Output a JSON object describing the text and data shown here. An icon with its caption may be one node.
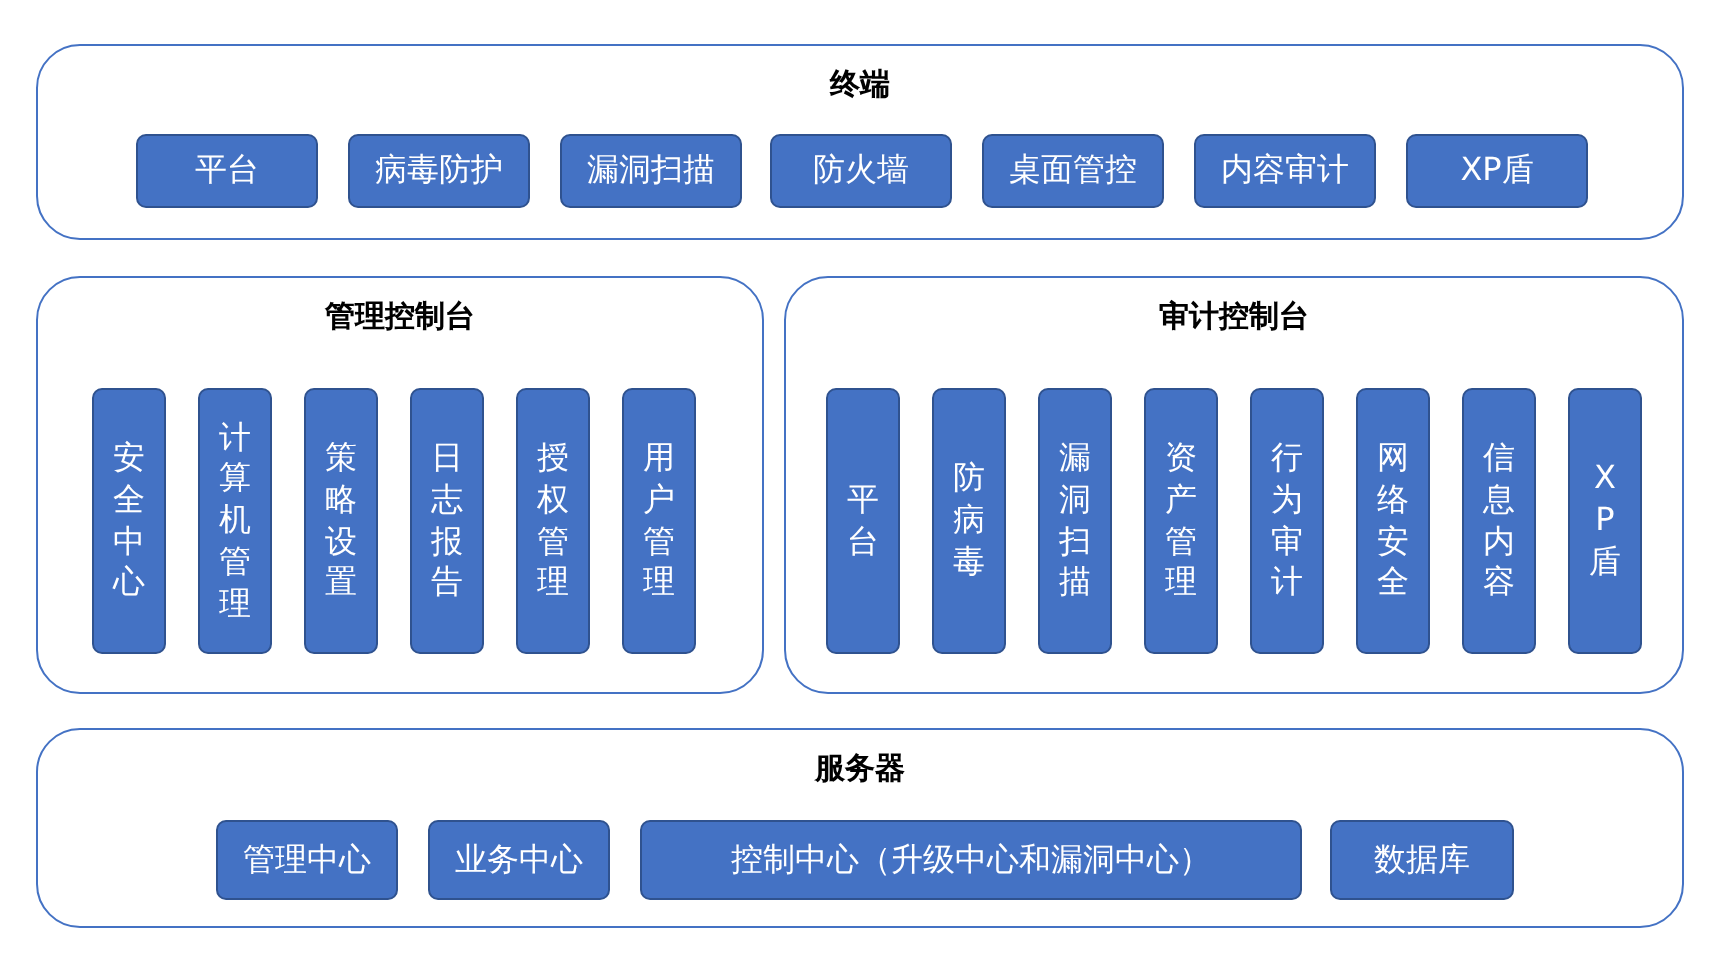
{
  "diagram": {
    "nodes": [
      {
        "text": [
          "终端"
        ]
      },
      {
        "text": [
          "平台"
        ],
        "in": 0
      },
      {
        "text": [
          "病毒防护"
        ],
        "in": 0
      },
      {
        "text": [
          "漏洞扫描"
        ],
        "in": 0
      },
      {
        "text": [
          "防火墙"
        ],
        "in": 0
      },
      {
        "text": [
          "桌面管控"
        ],
        "in": 0
      },
      {
        "text": [
          "内容审计"
        ],
        "in": 0
      },
      {
        "text": [
          "XP盾"
        ],
        "in": 0
      },
      {
        "text": [
          "管理控制台"
        ]
      },
      {
        "text": [
          "安全中心"
        ],
        "in": 8
      },
      {
        "text": [
          "计算机管理"
        ],
        "in": 8
      },
      {
        "text": [
          "策略设置"
        ],
        "in": 8
      },
      {
        "text": [
          "日志报告"
        ],
        "in": 8
      },
      {
        "text": [
          "授权管理"
        ],
        "in": 8
      },
      {
        "text": [
          "用户管理"
        ],
        "in": 8
      },
      {
        "text": [
          "审计控制台"
        ]
      },
      {
        "text": [
          "平台"
        ],
        "in": 15
      },
      {
        "text": [
          "防病毒"
        ],
        "in": 15
      },
      {
        "text": [
          "漏洞扫描"
        ],
        "in": 15
      },
      {
        "text": [
          "资产管理"
        ],
        "in": 15
      },
      {
        "text": [
          "行为审计"
        ],
        "in": 15
      },
      {
        "text": [
          "网络安全"
        ],
        "in": 15
      },
      {
        "text": [
          "信息内容"
        ],
        "in": 15
      },
      {
        "text": [
          "XP盾"
        ],
        "in": 15
      },
      {
        "text": [
          "服务器"
        ]
      },
      {
        "text": [
          "管理中心"
        ],
        "in": 24
      },
      {
        "text": [
          "业务中心"
        ],
        "in": 24
      },
      {
        "text": [
          "控制中心（升级中心和漏洞中心）"
        ],
        "in": 24
      },
      {
        "text": [
          "数据库"
        ],
        "in": 24
      }
    ]
  }
}
